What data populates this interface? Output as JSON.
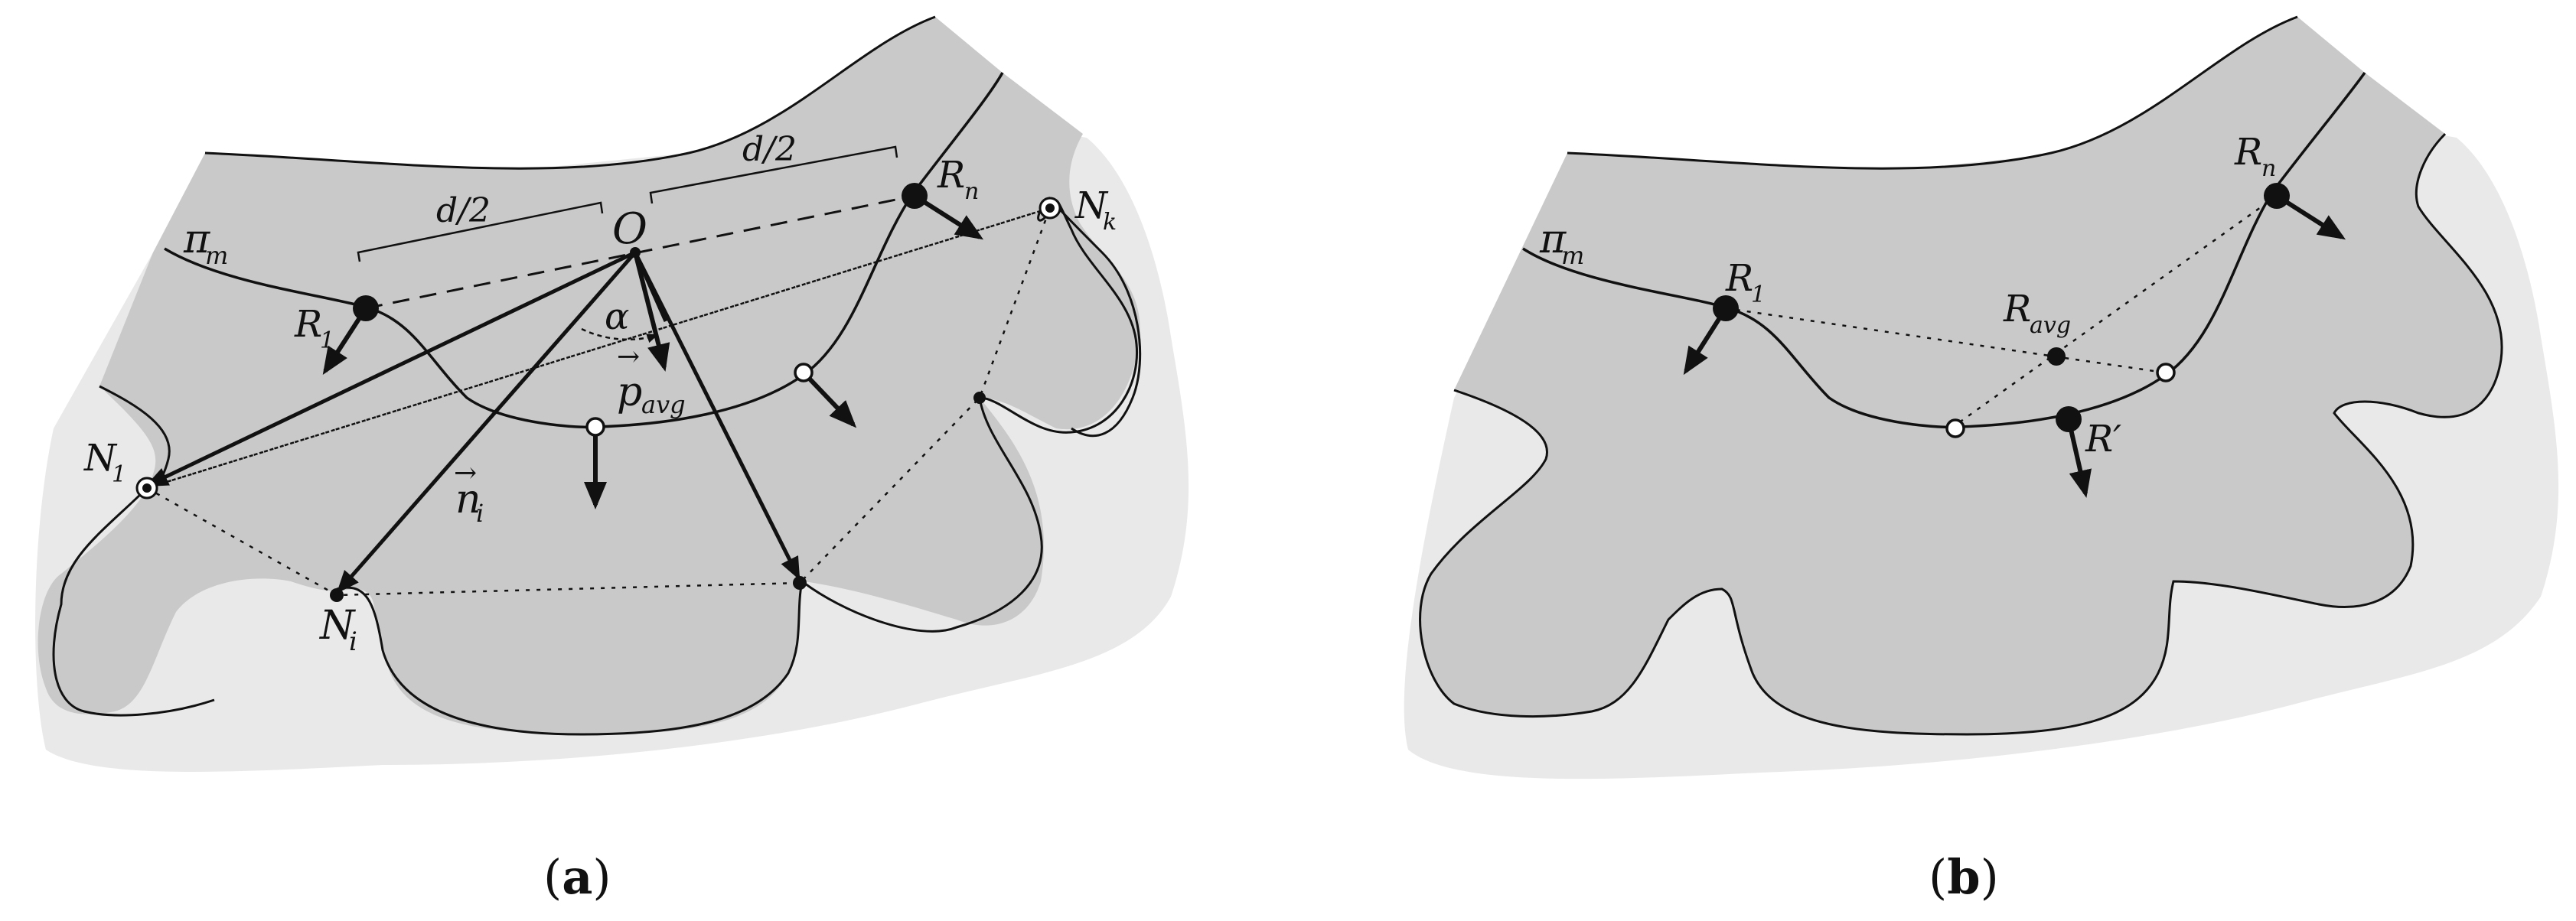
{
  "panel_a": {
    "caption_open": "(",
    "caption_letter": "a",
    "caption_close": ")",
    "labels": {
      "pi": "π",
      "pi_sub": "m",
      "d_half_left": "d/2",
      "d_half_right": "d/2",
      "O": "O",
      "R": "R",
      "R1_sub": "1",
      "Rn_sub": "n",
      "N": "N",
      "N1_sub": "1",
      "Nk_sub": "k",
      "Ni_sub": "i",
      "alpha": "α",
      "p": "p",
      "p_sub": "avg",
      "n": "n",
      "n_sub": "i",
      "vec_arrow": "→"
    }
  },
  "panel_b": {
    "caption_open": "(",
    "caption_letter": "b",
    "caption_close": ")",
    "labels": {
      "pi": "π",
      "pi_sub": "m",
      "R": "R",
      "R1_sub": "1",
      "Rn_sub": "n",
      "Ravg_sub": "avg",
      "R_prime": "R′"
    }
  },
  "colors": {
    "outer_region": "#e9e9e9",
    "inner_region": "#c9c9c9",
    "line": "#111111"
  }
}
